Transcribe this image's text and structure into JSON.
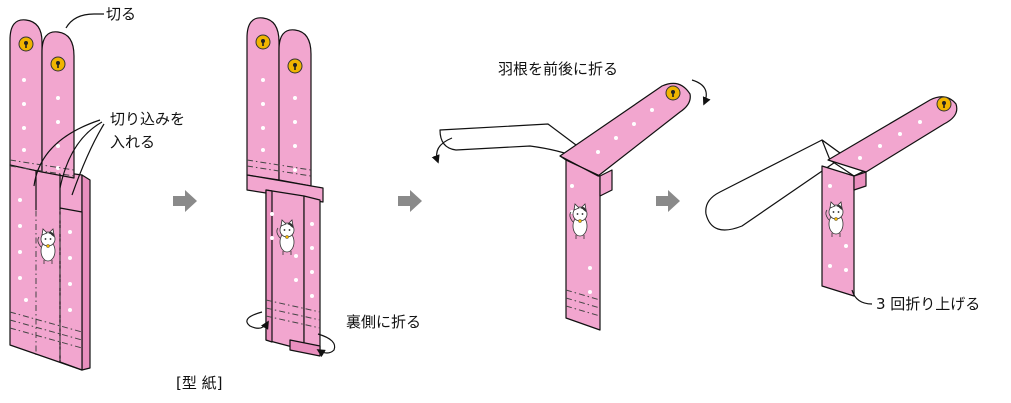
{
  "labels": {
    "cut": "切る",
    "slit_line1": "切り込みを",
    "slit_line2": "入れる",
    "fold_back": "裏側に折る",
    "fold_wings": "羽根を前後に折る",
    "fold_three": "3 回折り上げる",
    "pattern": "[型 紙]"
  },
  "colors": {
    "paper_pink": "#f2a6cf",
    "ring_yellow": "#f0b400",
    "step_arrow_gray": "#8a8a8a"
  },
  "icons": [
    "right-arrow-icon",
    "cat-icon",
    "ring-icon",
    "curved-arrow-icon"
  ]
}
